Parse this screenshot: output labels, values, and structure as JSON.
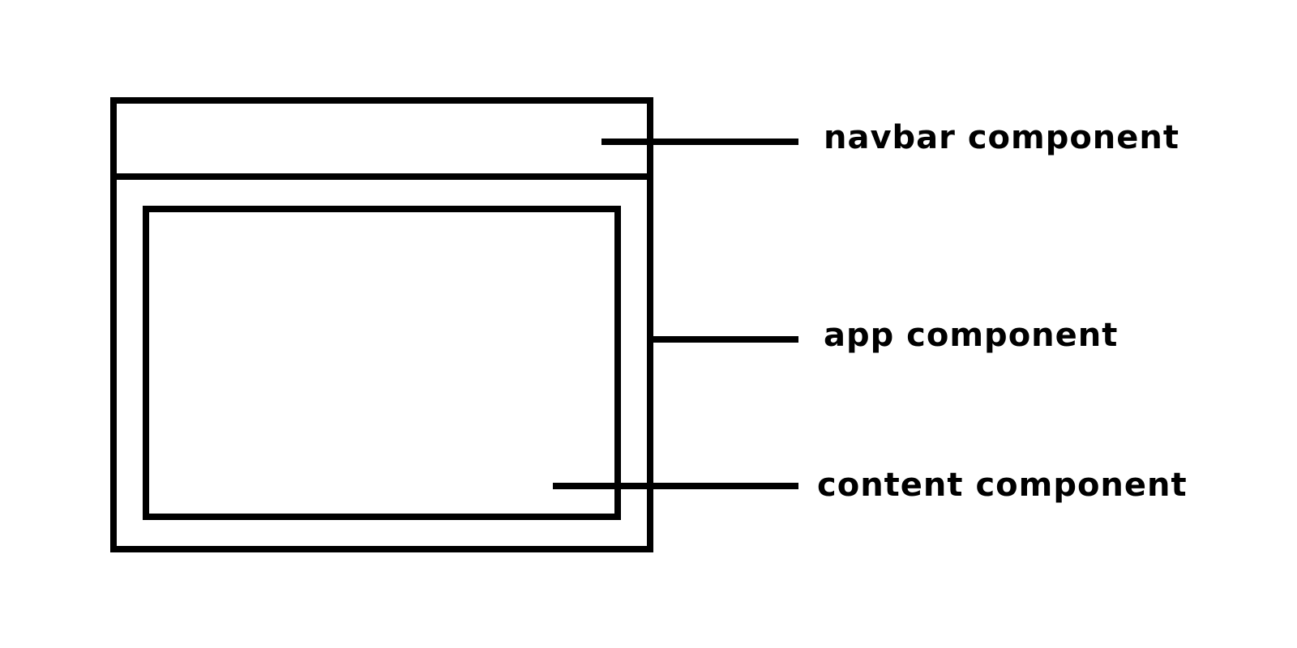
{
  "diagram": {
    "labels": {
      "navbar": "navbar component",
      "app": "app component",
      "content": "content component"
    },
    "colors": {
      "stroke": "#000000",
      "background": "#ffffff",
      "text": "#000000"
    }
  }
}
